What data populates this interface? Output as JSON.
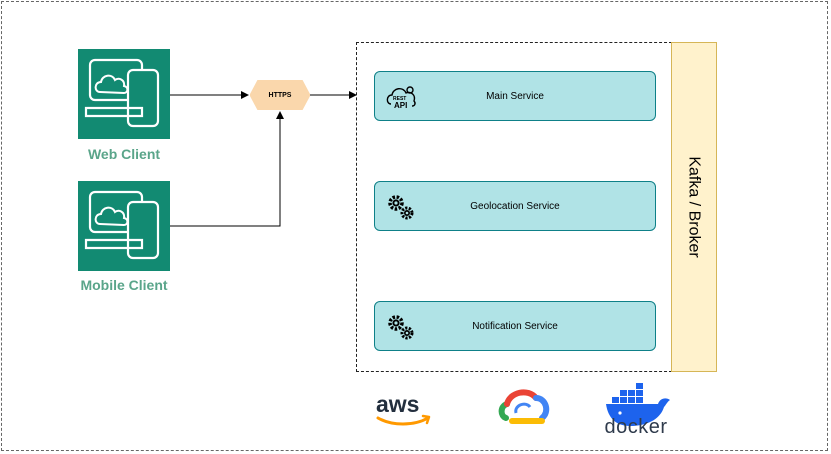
{
  "clients": {
    "web": {
      "label": "Web Client",
      "icon": "desktop-cloud-icon"
    },
    "mobile": {
      "label": "Mobile Client",
      "icon": "desktop-cloud-icon"
    }
  },
  "gateway": {
    "label": "HTTPS"
  },
  "services": {
    "main": {
      "label": "Main Service",
      "icon": "rest-api-icon",
      "icon_text_top": "REST",
      "icon_text_bottom": "API"
    },
    "geolocation": {
      "label": "Geolocation Service",
      "icon": "gears-icon"
    },
    "notification": {
      "label": "Notification Service",
      "icon": "gears-icon"
    }
  },
  "broker": {
    "label": "Kafka / Broker"
  },
  "logos": {
    "aws": "aws",
    "gcp": "google-cloud-icon",
    "docker": "docker"
  },
  "colors": {
    "client_tile": "#128a72",
    "client_label": "#5aa58a",
    "gateway_fill": "#fad7ac",
    "service_fill": "#b0e3e6",
    "service_stroke": "#0e8088",
    "broker_fill": "#fff2cc",
    "broker_stroke": "#d6b656",
    "aws_orange": "#ff9900",
    "docker_blue": "#1d63ed"
  }
}
